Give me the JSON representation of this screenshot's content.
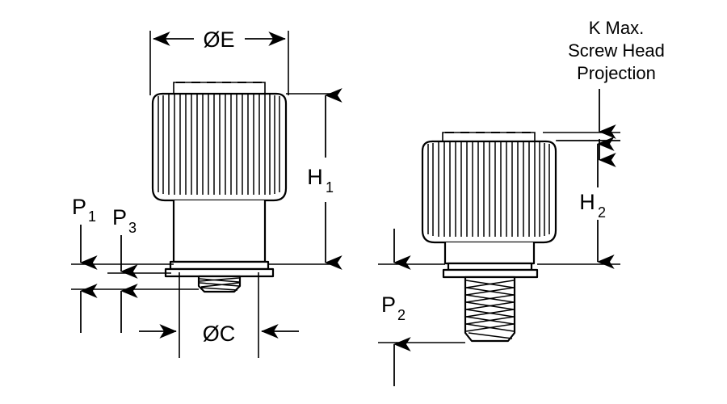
{
  "drawing": {
    "title": "Captive panel screw technical drawing",
    "background_color": "#ffffff",
    "line_color": "#000000",
    "views": [
      {
        "name": "left-view",
        "description": "Knurled head captive panel screw, tall head, short thread projection"
      },
      {
        "name": "right-view",
        "description": "Knurled head captive panel screw, short head, long thread projection"
      }
    ]
  },
  "labels": {
    "diameter_e": "ØE",
    "height_1": "H",
    "height_1_sub": "1",
    "height_2": "H",
    "height_2_sub": "2",
    "diameter_c": "ØC",
    "p1": "P",
    "p1_sub": "1",
    "p2": "P",
    "p2_sub": "2",
    "p3": "P",
    "p3_sub": "3"
  },
  "notes": {
    "k_max_line1": "K Max.",
    "k_max_line2": "Screw Head",
    "k_max_line3": "Projection"
  },
  "dimensions": {
    "diameter_e": {
      "label": "ØE",
      "orientation": "horizontal",
      "view": "left-view"
    },
    "h1": {
      "label": "H1",
      "orientation": "vertical",
      "view": "left-view"
    },
    "h2": {
      "label": "H2",
      "orientation": "vertical",
      "view": "right-view"
    },
    "diameter_c": {
      "label": "ØC",
      "orientation": "horizontal",
      "view": "left-view"
    },
    "p1": {
      "label": "P1",
      "orientation": "vertical",
      "view": "left-view"
    },
    "p3": {
      "label": "P3",
      "orientation": "vertical",
      "view": "left-view"
    },
    "p2": {
      "label": "P2",
      "orientation": "vertical",
      "view": "right-view"
    },
    "k": {
      "label": "K Max.",
      "orientation": "vertical",
      "view": "right-view"
    }
  },
  "geometry": {
    "left_knurl_count": 25,
    "right_knurl_count": 25,
    "left_thread_turns": 3,
    "right_thread_turns": 8
  }
}
